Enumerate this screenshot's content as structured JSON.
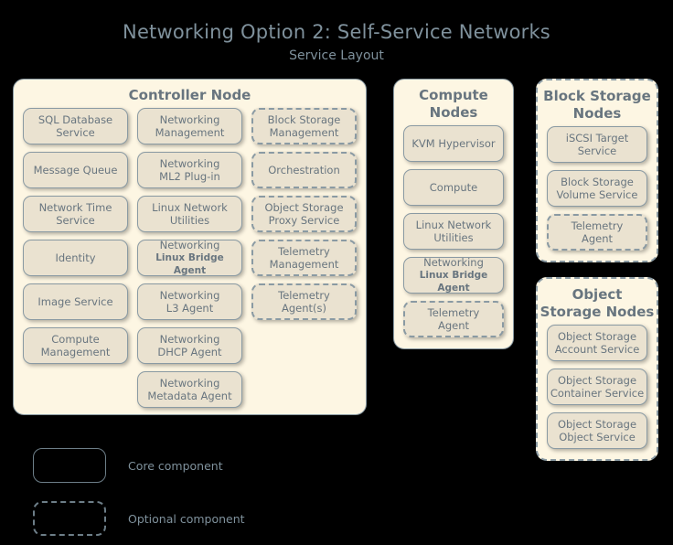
{
  "title": "Networking Option 2: Self-Service Networks",
  "subtitle": "Service Layout",
  "colors": {
    "background": "#000000",
    "panel_fill": "#fdf6e3",
    "box_fill": "#eae2d0",
    "border": "#8a9aa3",
    "text": "#68757f",
    "title_text": "#7f919c"
  },
  "panels": {
    "controller": {
      "title": "Controller Node",
      "style": "core",
      "columns": [
        {
          "items": [
            {
              "l1": "SQL Database",
              "l2": "Service",
              "style": "core"
            },
            {
              "l1": "Message Queue",
              "l2": "",
              "style": "core"
            },
            {
              "l1": "Network Time",
              "l2": "Service",
              "style": "core"
            },
            {
              "l1": "Identity",
              "l2": "",
              "style": "core"
            },
            {
              "l1": "Image Service",
              "l2": "",
              "style": "core"
            },
            {
              "l1": "Compute",
              "l2": "Management",
              "style": "core"
            }
          ]
        },
        {
          "items": [
            {
              "l1": "Networking",
              "l2": "Management",
              "style": "core"
            },
            {
              "l1": "Networking",
              "l2": "ML2 Plug-in",
              "style": "core"
            },
            {
              "l1": "Linux Network",
              "l2": "Utilities",
              "style": "core"
            },
            {
              "l1": "Networking",
              "l2": "Linux Bridge Agent",
              "style": "core",
              "small2": true
            },
            {
              "l1": "Networking",
              "l2": "L3 Agent",
              "style": "core"
            },
            {
              "l1": "Networking",
              "l2": "DHCP Agent",
              "style": "core"
            },
            {
              "l1": "Networking",
              "l2": "Metadata Agent",
              "style": "core"
            }
          ]
        },
        {
          "items": [
            {
              "l1": "Block Storage",
              "l2": "Management",
              "style": "optional"
            },
            {
              "l1": "Orchestration",
              "l2": "",
              "style": "optional"
            },
            {
              "l1": "Object Storage",
              "l2": "Proxy Service",
              "style": "optional"
            },
            {
              "l1": "Telemetry",
              "l2": "Management",
              "style": "optional"
            },
            {
              "l1": "Telemetry",
              "l2": "Agent(s)",
              "style": "optional"
            }
          ]
        }
      ]
    },
    "compute": {
      "title_l1": "Compute",
      "title_l2": "Nodes",
      "style": "core",
      "items": [
        {
          "l1": "KVM Hypervisor",
          "l2": "",
          "style": "core"
        },
        {
          "l1": "Compute",
          "l2": "",
          "style": "core"
        },
        {
          "l1": "Linux Network",
          "l2": "Utilities",
          "style": "core"
        },
        {
          "l1": "Networking",
          "l2": "Linux Bridge Agent",
          "style": "core",
          "small2": true
        },
        {
          "l1": "Telemetry",
          "l2": "Agent",
          "style": "optional"
        }
      ]
    },
    "block_storage": {
      "title_l1": "Block Storage",
      "title_l2": "Nodes",
      "style": "optional",
      "items": [
        {
          "l1": "iSCSI Target",
          "l2": "Service",
          "style": "core"
        },
        {
          "l1": "Block Storage",
          "l2": "Volume Service",
          "style": "core"
        },
        {
          "l1": "Telemetry",
          "l2": "Agent",
          "style": "optional"
        }
      ]
    },
    "object_storage": {
      "title_l1": "Object",
      "title_l2": "Storage Nodes",
      "style": "optional",
      "items": [
        {
          "l1": "Object Storage",
          "l2": "Account Service",
          "style": "core"
        },
        {
          "l1": "Object Storage",
          "l2": "Container Service",
          "style": "core"
        },
        {
          "l1": "Object Storage",
          "l2": "Object Service",
          "style": "core"
        }
      ]
    }
  },
  "legend": [
    {
      "style": "core",
      "label": "Core component"
    },
    {
      "style": "optional",
      "label": "Optional component"
    }
  ]
}
